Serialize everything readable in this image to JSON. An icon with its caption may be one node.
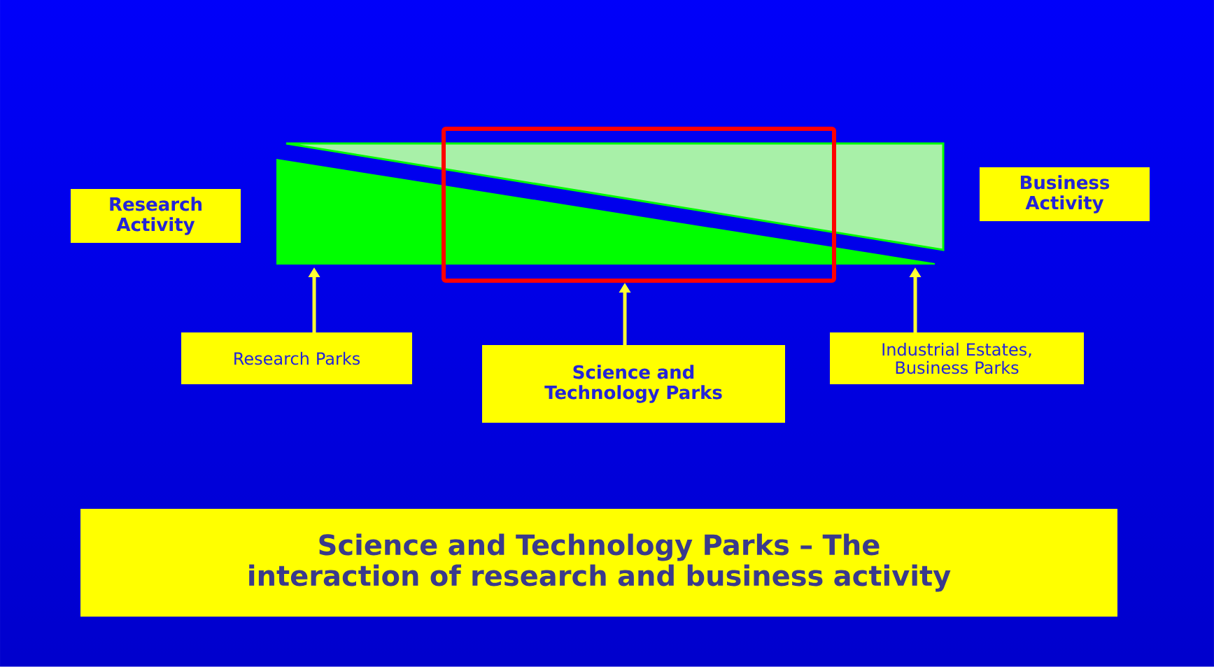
{
  "diagram": {
    "nodes": [
      {
        "text": [
          "Research Activity"
        ]
      },
      {
        "text": [],
        "shape": "box"
      },
      {
        "text": [
          "Business Activity"
        ]
      },
      {
        "text": [
          "Research Parks"
        ]
      },
      {
        "text": [
          "Science and Technology Parks"
        ]
      },
      {
        "text": [
          "Industrial Estates, Business Parks"
        ]
      },
      {
        "text": [
          "Science and Technology Parks – The interaction of research and business activity"
        ]
      }
    ],
    "edges": [
      {
        "from": 3,
        "to": null,
        "arrow": "to"
      },
      {
        "from": 4,
        "to": 1,
        "arrow": "to"
      },
      {
        "from": 5,
        "to": null,
        "arrow": "to"
      }
    ]
  }
}
